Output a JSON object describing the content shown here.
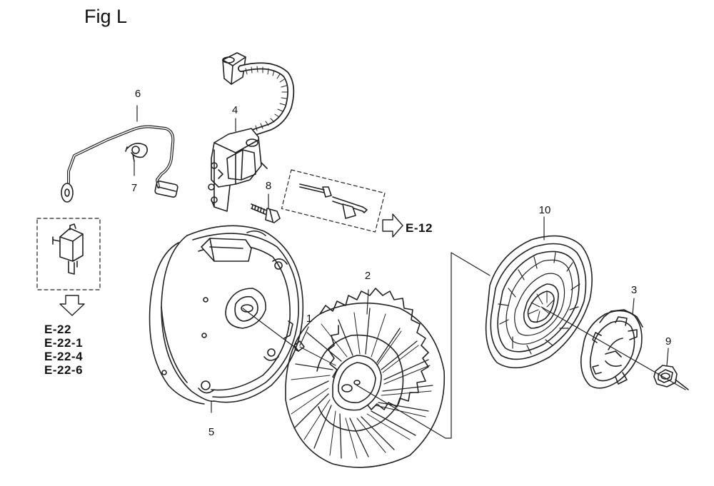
{
  "figure": {
    "title": "Fig L"
  },
  "callouts": [
    {
      "id": "1",
      "label": "1"
    },
    {
      "id": "2",
      "label": "2"
    },
    {
      "id": "3",
      "label": "3"
    },
    {
      "id": "4",
      "label": "4"
    },
    {
      "id": "5",
      "label": "5"
    },
    {
      "id": "6",
      "label": "6"
    },
    {
      "id": "7",
      "label": "7"
    },
    {
      "id": "8",
      "label": "8"
    },
    {
      "id": "9",
      "label": "9"
    },
    {
      "id": "10",
      "label": "10"
    }
  ],
  "references": {
    "e12": "E-12",
    "e22_group": [
      "E-22",
      "E-22-1",
      "E-22-4",
      "E-22-6"
    ]
  },
  "parts": {
    "ignition_coil": "ignition-coil",
    "stop_wire": "stop-wire",
    "wire_clamp": "wire-clamp",
    "coil_bolt": "coil-bolt",
    "flywheel_shroud": "flywheel-shroud",
    "flywheel_fan": "flywheel-fan",
    "fan_cover": "fan-cover",
    "starter_pulley": "starter-pulley",
    "flange_nut": "flange-nut",
    "key": "woodruff-key",
    "switch_unit": "switch-unit"
  }
}
